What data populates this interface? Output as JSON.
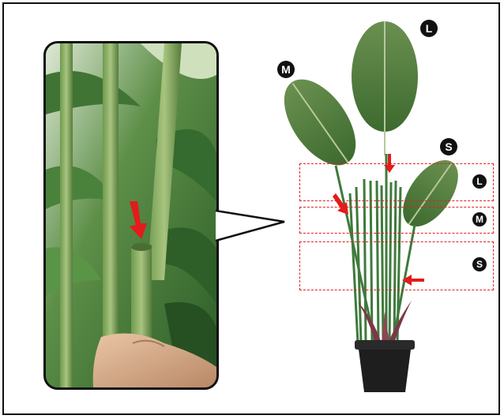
{
  "size_badges": {
    "top_l": "L",
    "top_m": "M",
    "top_s": "S",
    "zone_l": "L",
    "zone_m": "M",
    "zone_s": "S"
  },
  "colors": {
    "zone_border": "#e02020",
    "arrow": "#e21b1b",
    "leaf": "#4f7a3a",
    "stem": "#3f7a3c",
    "pot": "#1e1e1e"
  },
  "icons": {
    "arrow": "red-arrow-icon",
    "badge": "size-badge-icon"
  }
}
